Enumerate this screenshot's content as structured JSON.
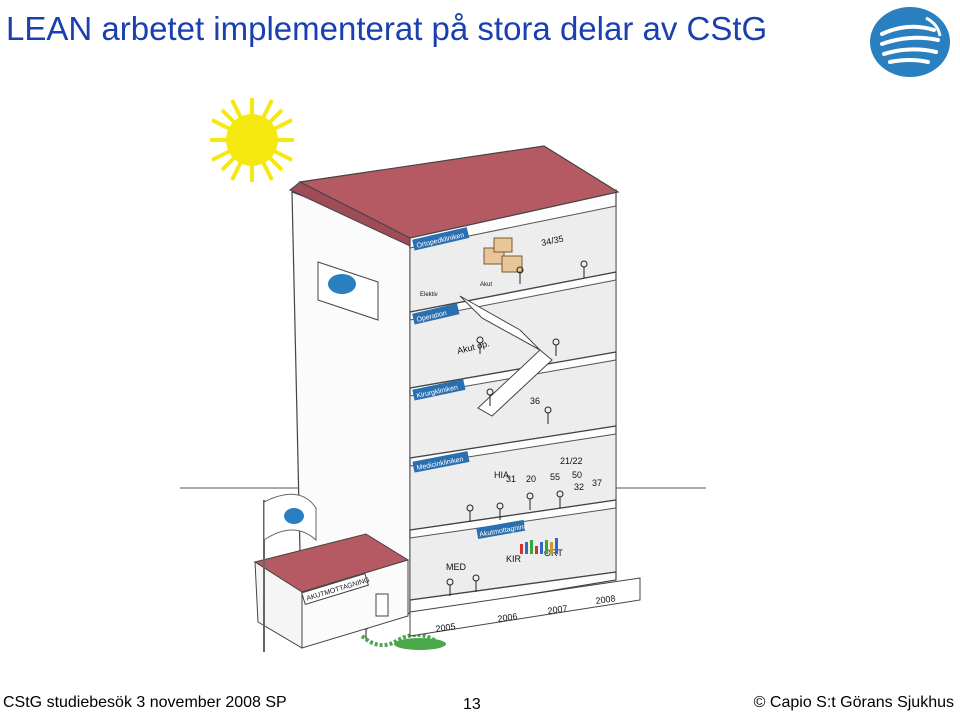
{
  "slide": {
    "title": "LEAN arbetet implementerat på stora delar av CStG",
    "footer_left": "CStG studiebesök 3 november 2008 SP",
    "page_number": "13",
    "footer_right": "© Capio S:t Görans Sjukhus"
  },
  "building": {
    "floors": [
      {
        "label": "Ortopedkliniken",
        "rooms": [
          "34/35",
          "Akut",
          "Elektiv"
        ]
      },
      {
        "label": "Operation",
        "rooms": [
          "Akut op."
        ]
      },
      {
        "label": "Kirurgkliniken",
        "rooms": [
          "36"
        ]
      },
      {
        "label": "Medicinkliniken",
        "rooms": [
          "HIA",
          "31",
          "20",
          "55",
          "21/22",
          "50",
          "32",
          "37"
        ]
      },
      {
        "label": "Akutmottagning",
        "rooms": [
          "MED",
          "KIR",
          "ORT"
        ]
      }
    ],
    "annex_label": "AKUTMOTTAGNING",
    "timeline": [
      "2005",
      "2006",
      "2007",
      "2008"
    ]
  },
  "colors": {
    "title": "#1a3fb0",
    "roof": "#b55a62",
    "sun": "#f5e90f",
    "logo": "#2a7fc0"
  }
}
